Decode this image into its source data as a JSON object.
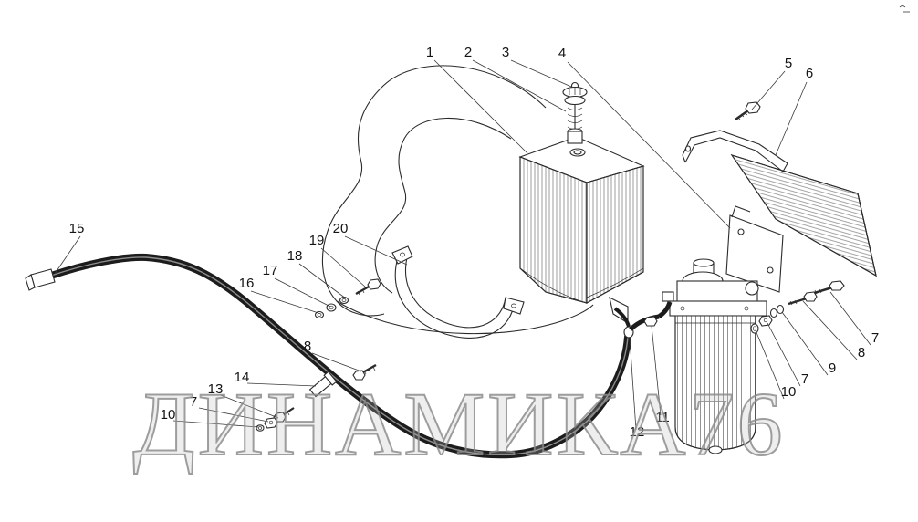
{
  "watermark": {
    "text": "ДИНАМИКА76",
    "color": "#8c8c8c"
  },
  "callouts": [
    {
      "label": "1"
    },
    {
      "label": "2"
    },
    {
      "label": "3"
    },
    {
      "label": "4"
    },
    {
      "label": "5"
    },
    {
      "label": "6"
    },
    {
      "label": "15"
    },
    {
      "label": "20"
    },
    {
      "label": "19"
    },
    {
      "label": "18"
    },
    {
      "label": "17"
    },
    {
      "label": "16"
    },
    {
      "label": "8"
    },
    {
      "label": "7"
    },
    {
      "label": "8"
    },
    {
      "label": "9"
    },
    {
      "label": "7"
    },
    {
      "label": "10"
    },
    {
      "label": "11"
    },
    {
      "label": "12"
    },
    {
      "label": "14"
    },
    {
      "label": "13"
    },
    {
      "label": "7"
    },
    {
      "label": "10"
    }
  ],
  "diagram": {
    "line_color": "#2b2b2b",
    "background": "#ffffff"
  }
}
